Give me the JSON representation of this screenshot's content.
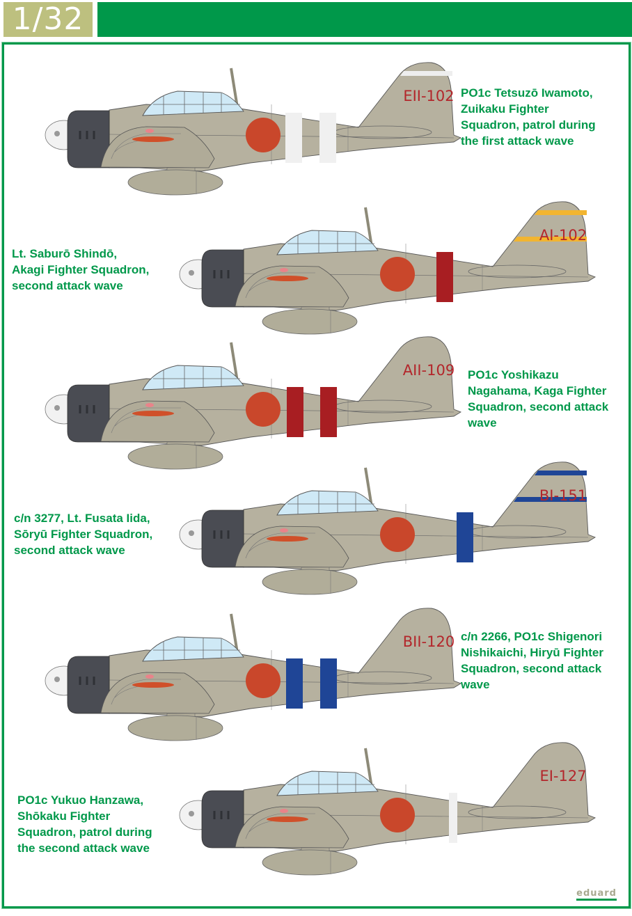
{
  "header": {
    "scale": "1/32"
  },
  "colors": {
    "brand_green": "#00984a",
    "scale_tan": "#bdc07f",
    "body": "#b6b19f",
    "hinomaru": "#c9472b"
  },
  "logo": "eduard",
  "profiles": [
    {
      "caption": "PO1c Tetsuzō Iwamoto,\nZuikaku Fighter\nSquadron, patrol during\nthe first attack wave",
      "tail_code": "EII-102",
      "tail_stripe_color": "#eeeeee",
      "tail_stripes": 1,
      "bands": [
        "#f0f0f0",
        "#f0f0f0"
      ]
    },
    {
      "caption": "Lt. Saburō Shindō,\nAkagi Fighter Squadron,\nsecond attack wave",
      "tail_code": "AI-102",
      "tail_stripe_color": "#f2b530",
      "tail_stripes": 2,
      "bands": [
        "#a81e22"
      ]
    },
    {
      "caption": "PO1c Yoshikazu\nNagahama, Kaga Fighter\nSquadron, second attack\nwave",
      "tail_code": "AII-109",
      "tail_stripe_color": "",
      "tail_stripes": 0,
      "bands": [
        "#a81e22",
        "#a81e22"
      ]
    },
    {
      "caption": "c/n 3277, Lt. Fusata Iida,\nSōryū Fighter Squadron,\nsecond attack wave",
      "tail_code": "BI-151",
      "tail_stripe_color": "#1f4596",
      "tail_stripes": 2,
      "bands": [
        "#1f4596"
      ]
    },
    {
      "caption": "c/n 2266, PO1c Shigenori\nNishikaichi, Hiryū Fighter\nSquadron, second attack\nwave",
      "tail_code": "BII-120",
      "tail_stripe_color": "",
      "tail_stripes": 0,
      "bands": [
        "#1f4596",
        "#1f4596"
      ]
    },
    {
      "caption": "PO1c Yukuo Hanzawa,\nShōkaku Fighter\nSquadron, patrol during\nthe second attack wave",
      "tail_code": "EI-127",
      "tail_stripe_color": "",
      "tail_stripes": 0,
      "bands": [
        "#f0f0f0"
      ]
    }
  ]
}
